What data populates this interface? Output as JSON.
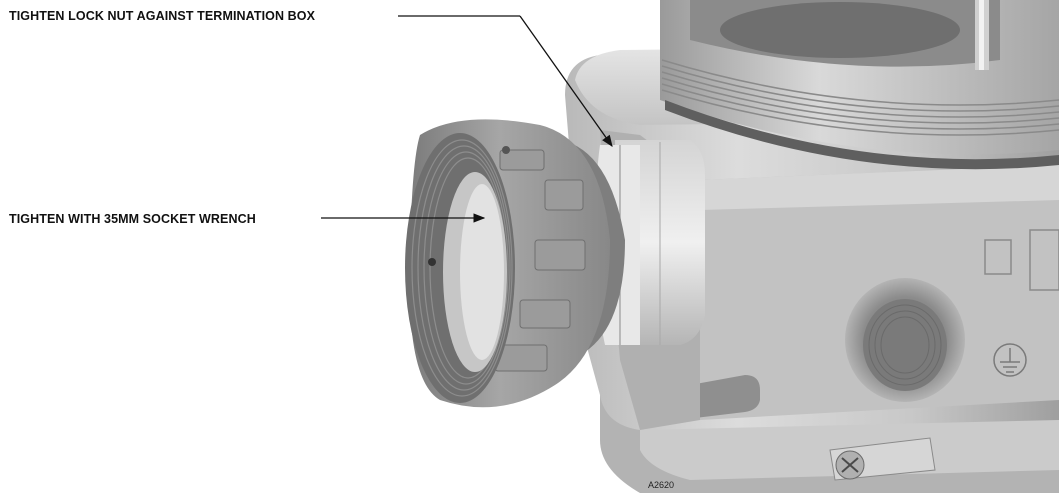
{
  "callouts": {
    "lock_nut": "TIGHTEN LOCK NUT AGAINST TERMINATION BOX",
    "socket_wrench": "TIGHTEN WITH 35MM SOCKET WRENCH"
  },
  "figure_id": "A2620",
  "colors": {
    "text": "#111111",
    "metal_light": "#cfcfcf",
    "metal_mid": "#a8a8a8",
    "metal_dark": "#6e6e6e",
    "nut_gray": "#8e8e8e",
    "background": "#ffffff"
  }
}
